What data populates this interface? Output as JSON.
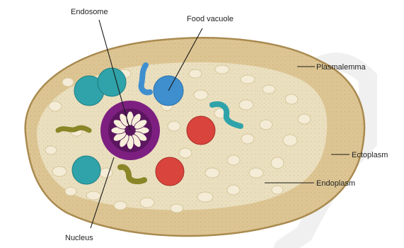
{
  "labels": {
    "endosome": "Endosome",
    "food_vacuole": "Food vacuole",
    "plasmalemma": "Plasmalemma",
    "ectoplasm": "Ectoplasm",
    "endoplasm": "Endoplasm",
    "nucleus": "Nucleus"
  },
  "colors": {
    "ectoplasm": "#ddc593",
    "endoplasm": "#eadfbf",
    "membrane": "#a98a4f",
    "vacuole": "#f4ecd6",
    "teal": "#2fa3a9",
    "food_vacuole": "#3f8fce",
    "red_body": "#d9443c",
    "nucleus_ring": "#7d1f80",
    "nucleus_petal": "#f7efda",
    "worm_olive": "#8a8628",
    "watermark": "#f0f0f0"
  }
}
